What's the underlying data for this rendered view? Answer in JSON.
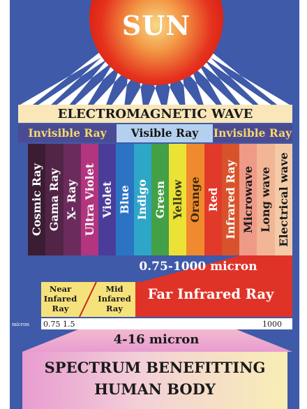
{
  "title": "SUN",
  "header": "ELECTROMAGNETIC WAVE",
  "ray_groups": {
    "invisible_left": "Invisible Ray",
    "visible": "Visible Ray",
    "invisible_right": "Invisible Ray"
  },
  "bands": [
    {
      "label": "Cosmic Ray",
      "color": "#3a1c33",
      "text_color": "#ffffff"
    },
    {
      "label": "Gama Ray",
      "color": "#522446",
      "text_color": "#ffffff"
    },
    {
      "label": "X- Ray",
      "color": "#6b2c5d",
      "text_color": "#ffffff"
    },
    {
      "label": "Ultra Violet",
      "color": "#b3347f",
      "text_color": "#ffffff"
    },
    {
      "label": "Violet",
      "color": "#4a3d9a",
      "text_color": "#ffffff"
    },
    {
      "label": "Blue",
      "color": "#2b74c4",
      "text_color": "#ffffff"
    },
    {
      "label": "Indigo",
      "color": "#2ea6c8",
      "text_color": "#ffffff"
    },
    {
      "label": "Green",
      "color": "#44a046",
      "text_color": "#ffffff"
    },
    {
      "label": "Yellow",
      "color": "#ece236",
      "text_color": "#3a3a1a"
    },
    {
      "label": "Orange",
      "color": "#f08a2e",
      "text_color": "#3a2a0a"
    },
    {
      "label": "Red",
      "color": "#e23a2a",
      "text_color": "#ffffff"
    },
    {
      "label": "Infrared Ray",
      "color": "#d8532c",
      "text_color": "#ffffff"
    },
    {
      "label": "Microwave",
      "color": "#ef9a88",
      "text_color": "#1a1a1a"
    },
    {
      "label": "Long wave",
      "color": "#f2b596",
      "text_color": "#1a1a1a"
    },
    {
      "label": "Electrical wave",
      "color": "#f5cba7",
      "text_color": "#1a1a1a"
    }
  ],
  "infrared": {
    "range_label": "0.75-1000 micron",
    "near": [
      "Near",
      "Infared",
      "Ray"
    ],
    "mid": [
      "Mid",
      "Infared",
      "Ray"
    ],
    "far": "Far Infrared Ray"
  },
  "scale": {
    "unit": "micron",
    "ticks": [
      "0.75",
      "1.5",
      "1000"
    ]
  },
  "benefit_range": "4-16 micron",
  "benefit_lines": [
    "SPECTRUM BENEFITTING",
    "HUMAN BODY"
  ],
  "colors": {
    "background": "#3f5aa8",
    "sun_inner": "#f5d97a",
    "sun_outer": "#e2231a",
    "far_ir": "#e03328",
    "near_ir": "#f6e27a",
    "mid_ir": "#f6e27a"
  }
}
